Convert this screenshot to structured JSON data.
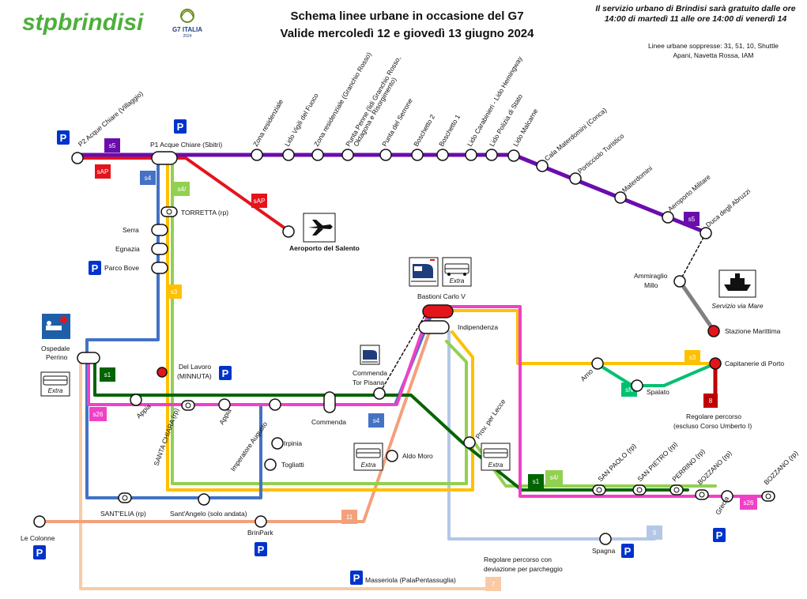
{
  "header": {
    "brand": "stpbrindisi",
    "g7_logo": "G7 ITALIA",
    "g7_logo_sub": "2024",
    "title_line1": "Schema linee urbane in occasione del G7",
    "title_line2": "Valide mercoledì 12 e giovedì 13 giugno 2024",
    "free_service_line1": "Il servizio urbano di Brindisi sarà gratuito dalle ore",
    "free_service_line2": "14:00 di martedì 11 alle ore 14:00 di venerdì 14",
    "suppressed_line1": "Linee urbane soppresse: 31, 51, 10, Shuttle",
    "suppressed_line2": "Apani, Navetta Rossa, IAM"
  },
  "colors": {
    "s5": "#6a0dad",
    "sAP": "#e4141b",
    "s4": "#4472c4",
    "s4slash": "#92d050",
    "s3": "#ffc000",
    "s1": "#006400",
    "s26": "#f040c8",
    "line11": "#f4a07a",
    "line7": "#f8cba6",
    "line9": "#b4c7e7",
    "line8": "#c00000",
    "sN": "#00c070",
    "ferry": "#808080"
  },
  "badges": {
    "s5_a": "s5",
    "s5_b": "s5",
    "sAP_a": "sAP",
    "sAP_b": "sAP",
    "s4_a": "s4",
    "s4_b": "s4",
    "s4slash_a": "s4/",
    "s4slash_b": "s4/",
    "s3_a": "s3",
    "s3_b": "s3",
    "s1_a": "s1",
    "s1_b": "s1",
    "s26_a": "s26",
    "s26_b": "s26",
    "l11": "11",
    "l7": "7",
    "l9": "9",
    "l8": "8",
    "sN": "sN"
  },
  "parking": {
    "symbol": "P"
  },
  "stops": {
    "p2_acque_chiare": "P2 Acque Chiare (Villaggio)",
    "p1_acque_chiare": "P1 Acque Chiare (Sbitri)",
    "zona_residenziale": "Zona residenziale",
    "lido_vigili": "Lido Vigili del Fuoco",
    "zona_res_granchio": "Zona residenziale (Granchio Rosso)",
    "punta_penne_1": "Punta Penne (lidi Granchio Rosso,",
    "punta_penne_2": "Oktagona e Risorgimento)",
    "punta_serrone": "Punta del Serrone",
    "boschetto_2": "Boschetto 2",
    "boschetto_1": "Boschetto 1",
    "lido_carabinieri": "Lido Carabinieri - Lido Hemingway",
    "lido_polizia": "Lido Polizia di Stato",
    "lido_malcarne": "Lido Malcarne",
    "cala_materdomini": "Cala Materdomini (Conca)",
    "porticciolo": "Porticciolo Turistico",
    "materdomini": "Materdomini",
    "aeroporto_militare": "Aeroporto Militare",
    "duca_abruzzi": "Duca degli Abruzzi",
    "torretta": "TORRETTA (rp)",
    "serra": "Serra",
    "egnazia": "Egnazia",
    "parco_bove": "Parco Bove",
    "aeroporto_salento": "Aeroporto del Salento",
    "bastioni": "Bastioni Carlo V",
    "indipendenza": "Indipendenza",
    "ospedale_1": "Ospedale",
    "ospedale_2": "Perrino",
    "del_lavoro_1": "Del Lavoro",
    "del_lavoro_2": "(MINNUTA)",
    "commenda_tor_pisana_1": "Commenda",
    "commenda_tor_pisana_2": "Tor Pisana",
    "appia_1": "Appia",
    "santa_chiara": "SANTA CHIARA (rp)",
    "appia_2": "Appia",
    "imperatore_augusto": "Imperatore Augusto",
    "commenda": "Commenda",
    "irpinia": "Irpinia",
    "togliatti": "Togliatti",
    "aldo_moro": "Aldo Moro",
    "prov_lecce": "Prov. per Lecce",
    "ammiraglio_millo_1": "Ammiraglio",
    "ammiraglio_millo_2": "Millo",
    "stazione_marittima": "Stazione Marittima",
    "capitanerie": "Capitanerie di Porto",
    "arno": "Arno",
    "spalato": "Spalato",
    "regolare_1": "Regolare percorso",
    "regolare_2": "(escluso Corso Umberto I)",
    "san_paolo": "SAN PAOLO (rp)",
    "san_pietro": "SAN PIETRO (rp)",
    "perrino_rp": "PERRINO (rp)",
    "bozzano_rp_1": "BOZZANO (rp)",
    "grecia": "Grecia",
    "bozzano_rp_2": "BOZZANO (rp)",
    "santelia": "SANT'ELIA (rp)",
    "santangelo": "Sant'Angelo (solo andata)",
    "le_colonne": "Le Colonne",
    "brinpark": "BrinPark",
    "spagna": "Spagna",
    "masseriola": "Masseriola (PalaPentassuglia)",
    "deviazione_1": "Regolare percorso con",
    "deviazione_2": "deviazione per parcheggio"
  },
  "icons": {
    "airport": "airplane-icon",
    "train": "train-icon",
    "bus_extra": "bus-extra-icon",
    "hospital": "hospital-bed-icon",
    "ship": "ship-icon"
  },
  "labels": {
    "extra": "Extra",
    "servizio_via_mare": "Servizio via Mare"
  }
}
